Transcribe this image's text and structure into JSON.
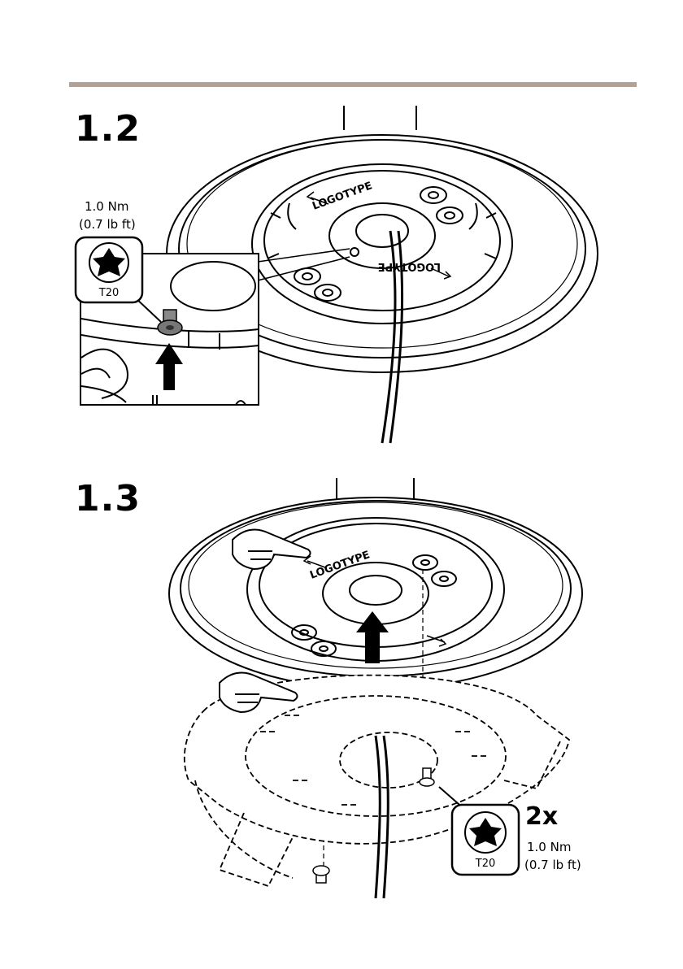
{
  "header": {
    "divider_color": "#b2a197"
  },
  "step_1_2": {
    "number": "1.2",
    "torque_line1": "1.0 Nm",
    "torque_line2": "(0.7 lb ft)",
    "tool": "T20",
    "brand_text": "LOGOTYPE"
  },
  "step_1_3": {
    "number": "1.3",
    "count": "2x",
    "torque_line1": "1.0 Nm",
    "torque_line2": "(0.7 lb ft)",
    "tool": "T20",
    "brand_text": "LOGOTYPE"
  },
  "icons": [
    "torx-bit-icon",
    "arrow-up-icon",
    "hand-pointer-icon",
    "screw-icon"
  ]
}
